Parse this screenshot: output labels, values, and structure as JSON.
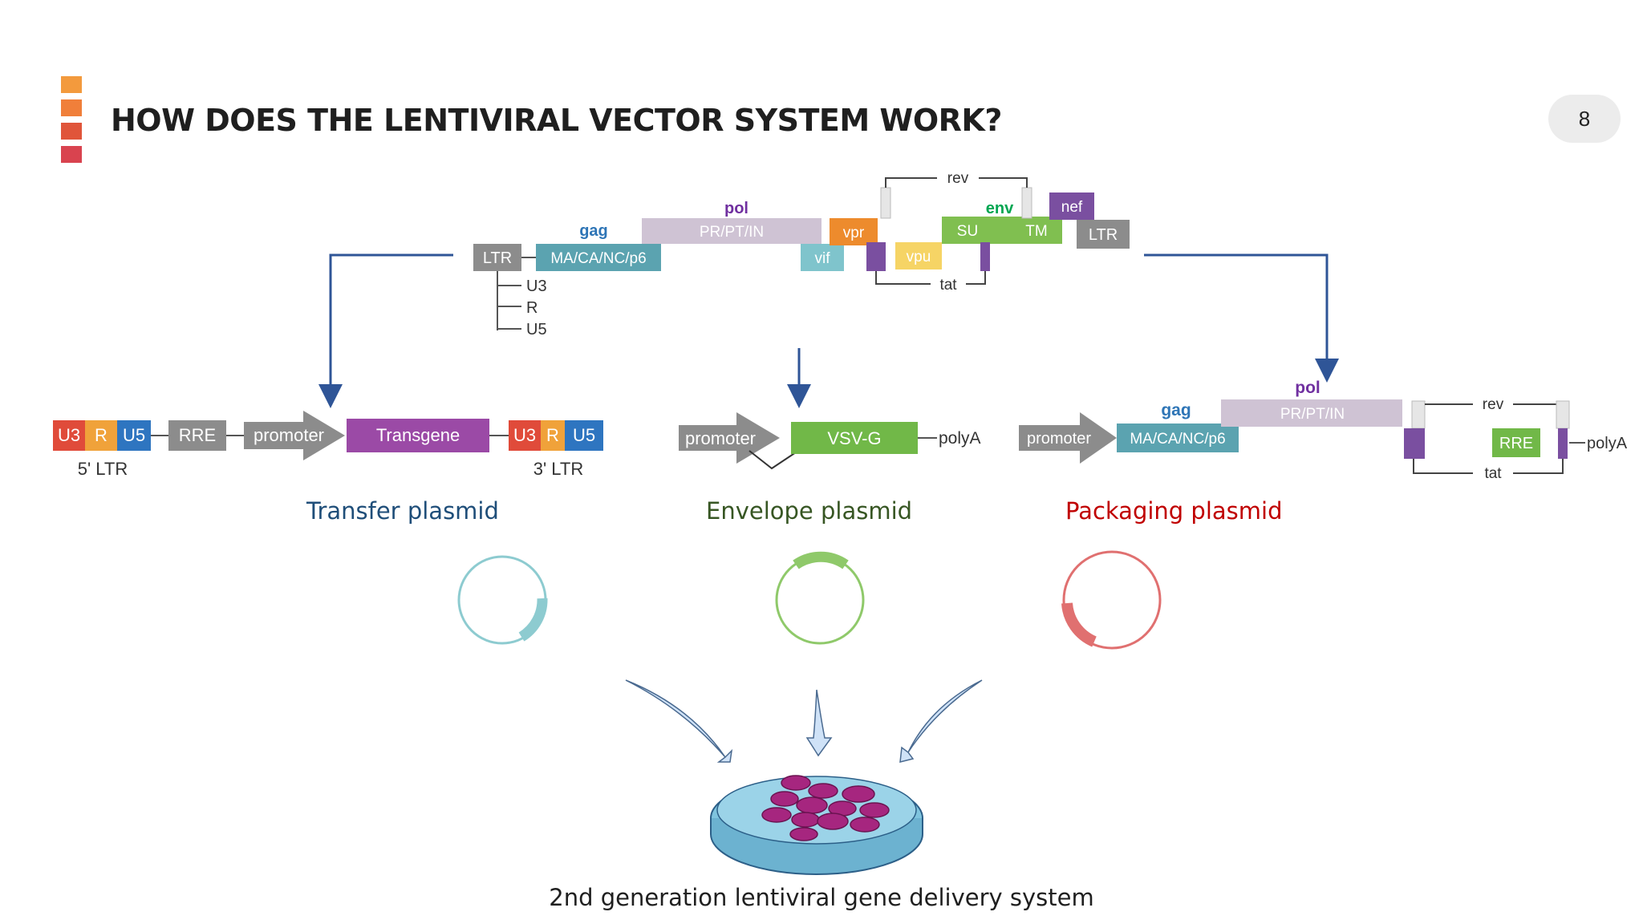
{
  "title": "HOW DOES THE LENTIVIRAL VECTOR SYSTEM WORK?",
  "page_number": "8",
  "accent_colors": [
    "#f39a3d",
    "#f07f3a",
    "#e0553a",
    "#d9434f"
  ],
  "genome": {
    "ltr_left": "LTR",
    "ltr_right": "LTR",
    "ltr_parts": [
      "U3",
      "R",
      "U5"
    ],
    "gag_label": "gag",
    "gag_box": "MA/CA/NC/p6",
    "pol_label": "pol",
    "pol_box": "PR/PT/IN",
    "vif": "vif",
    "vpr": "vpr",
    "vpu": "vpu",
    "env_label": "env",
    "su": "SU",
    "tm": "TM",
    "nef": "nef",
    "rev": "rev",
    "tat": "tat"
  },
  "transfer": {
    "u3": "U3",
    "r": "R",
    "u5": "U5",
    "rre": "RRE",
    "promoter": "promoter",
    "transgene": "Transgene",
    "u3b": "U3",
    "rb": "R",
    "u5b": "U5",
    "ltr5": "5' LTR",
    "ltr3": "3' LTR",
    "label": "Transfer plasmid",
    "color": "#1f4e79"
  },
  "envelope": {
    "promoter": "promoter",
    "vsvg": "VSV-G",
    "polya": "polyA",
    "label": "Envelope plasmid",
    "color": "#375623"
  },
  "packaging": {
    "promoter": "promoter",
    "gag_label": "gag",
    "gag_box": "MA/CA/NC/p6",
    "pol_label": "pol",
    "pol_box": "PR/PT/IN",
    "rev": "rev",
    "rre": "RRE",
    "tat": "tat",
    "polya": "polyA",
    "label": "Packaging plasmid",
    "color": "#c00000"
  },
  "caption": "2nd generation lentiviral gene delivery system"
}
